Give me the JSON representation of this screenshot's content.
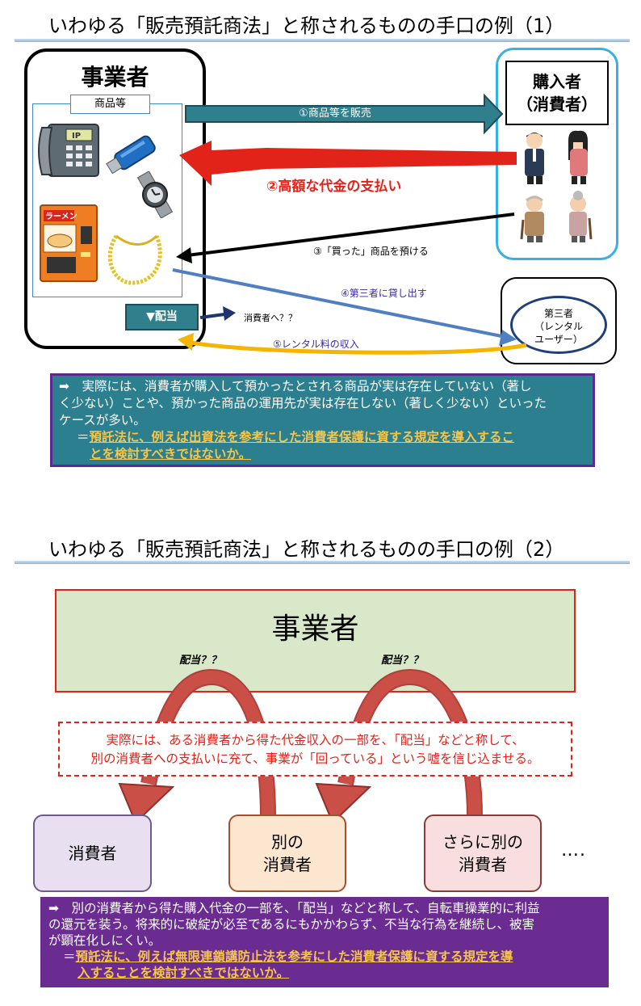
{
  "section1": {
    "title": "いわゆる「販売預託商法」と称されるものの手口の例（1）",
    "business_label": "事業者",
    "goods_label": "商品等",
    "buyer_label_line1": "購入者",
    "buyer_label_line2": "（消費者）",
    "third_party_line1": "第三者",
    "third_party_line2": "（レンタル",
    "third_party_line3": "ユーザー）",
    "dividend_label": "▼配当",
    "to_consumer": "消費者へ？？",
    "step1": "①商品等を販売",
    "step2": "②高額な代金の支払い",
    "step3": "③「買った」商品を預ける",
    "step4": "④第三者に貸し出す",
    "step5": "⑤レンタル料の収入",
    "note_line1": "➡　実際には、消費者が購入して預かったとされる商品が実は存在していない（著し",
    "note_line2": "く少ない）ことや、預かった商品の運用先が実は存在しない（著しく少ない）といった",
    "note_line3": "ケースが多い。",
    "note_prefix": "＝",
    "note_highlight_line1": "預託法に、例えば出資法を参考にした消費者保護に資する規定を導入するこ",
    "note_highlight_line2": "とを検討すべきではないか。"
  },
  "section2": {
    "title": "いわゆる「販売預託商法」と称されるものの手口の例（2）",
    "business_label": "事業者",
    "dividend_left": "配当？？",
    "dividend_right": "配当？？",
    "dashed_line1": "実際には、ある消費者から得た代金収入の一部を、「配当」などと称して、",
    "dashed_line2": "別の消費者への支払いに充て、事業が「回っている」という嘘を信じ込ませる。",
    "consumer1": "消費者",
    "consumer2_line1": "別の",
    "consumer2_line2": "消費者",
    "consumer3_line1": "さらに別の",
    "consumer3_line2": "消費者",
    "ellipsis": "….",
    "note_line1": "➡　別の消費者から得た購入代金の一部を、「配当」などと称して、自転車操業的に利益",
    "note_line2": "の還元を装う。将来的に破綻が必至であるにもかかわらず、不当な行為を継続し、被害",
    "note_line3": "が顕在化しにくい。",
    "note_prefix": "＝",
    "note_highlight_line1": "預託法に、例えば無限連鎖講防止法を参考にした消費者保護に資する規定を導",
    "note_highlight_line2": "入することを検討すべきではないか。"
  },
  "icons": [
    "telephone-icon",
    "usb-drive-icon",
    "wristwatch-icon",
    "vending-machine-icon",
    "necklace-icon",
    "consumer-people-icon"
  ],
  "colors": {
    "teal": "#2b7f8f",
    "purple": "#6a2c91",
    "red": "#e2231a",
    "orange_highlight": "#f7c548",
    "blue_arrow": "#4f7fc1",
    "yellow_arrow": "#f5b400"
  }
}
